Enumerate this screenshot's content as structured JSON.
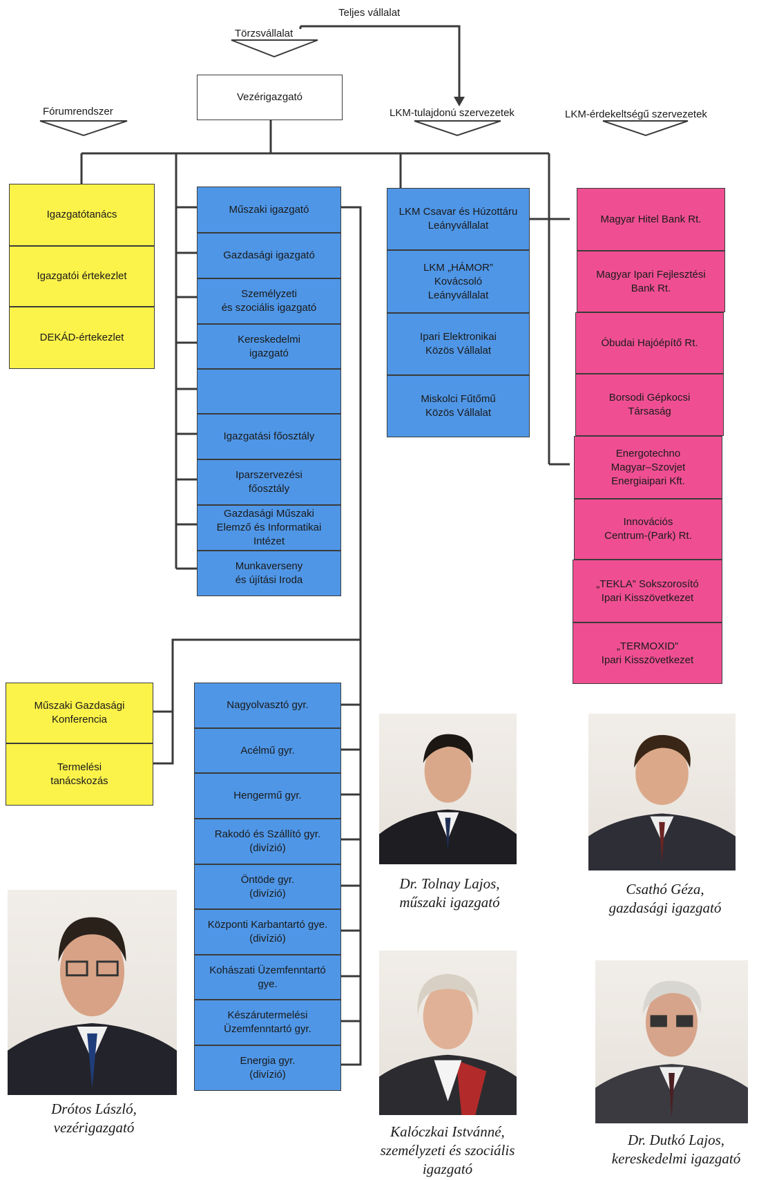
{
  "chart_labels": {
    "teljes": "Teljes vállalat",
    "torzs": "Törzsvállalat",
    "forum": "Fórumrendszer",
    "tulajdonu": "LKM-tulajdonú szervezetek",
    "erdekeltsegu": "LKM-érdekeltségű szervezetek",
    "vezerigazgato": "Vezérigazgató"
  },
  "forum_boxes": [
    "Igazgatótanács",
    "Igazgatói értekezlet",
    "DEKÁD-értekezlet"
  ],
  "forum_boxes_lower": [
    "Műszaki Gazdasági\nKonferencia",
    "Termelési\ntanácskozás"
  ],
  "staff_boxes": [
    "Műszaki igazgató",
    "Gazdasági igazgató",
    "Személyzeti\nés szociális igazgató",
    "Kereskedelmi\nigazgató",
    "",
    "Igazgatási főosztály",
    "Iparszervezési\nfőosztály",
    "Gazdasági Műszaki\nElemző és Informatikai\nIntézet",
    "Munkaverseny\nés újítási Iroda"
  ],
  "owned_boxes": [
    "LKM Csavar és Húzottáru\nLeányvállalat",
    "LKM „HÁMOR”\nKovácsoló\nLeányvállalat",
    "Ipari Elektronikai\nKözös Vállalat",
    "Miskolci Fűtőmű\nKözös Vállalat"
  ],
  "interest_boxes": [
    "Magyar Hitel Bank Rt.",
    "Magyar Ipari Fejlesztési\nBank Rt.",
    "Óbudai Hajóépítő Rt.",
    "Borsodi Gépkocsi\nTársaság",
    "Energotechno\nMagyar–Szovjet\nEnergiaipari Kft.",
    "Innovációs\nCentrum-(Park) Rt.",
    "„TEKLA” Sokszorosító\nIpari Kisszövetkezet",
    "„TERMOXID”\nIpari Kisszövetkezet"
  ],
  "plant_boxes": [
    "Nagyolvasztó gyr.",
    "Acélmű gyr.",
    "Hengermű gyr.",
    "Rakodó és Szállító gyr.\n(divízió)",
    "Öntöde gyr.\n(divízió)",
    "Központi Karbantartó gye.\n(divízió)",
    "Kohászati Üzemfenntartó\ngye.",
    "Készárutermelési\nÜzemfenntartó gyr.",
    "Energia gyr.\n(divízió)"
  ],
  "captions": {
    "tolnay": "Dr. Tolnay Lajos,\nműszaki igazgató",
    "csatho": "Csathó Géza,\ngazdasági igazgató",
    "drotos": "Drótos László,\nvezérigazgató",
    "kaloczkai": "Kalóczkai Istvánné,\nszemélyzeti és szociális\nigazgató",
    "dutko": "Dr. Dutkó Lajos,\nkereskedelmi igazgató"
  },
  "colors": {
    "forum": "#fbf24a",
    "staff": "#4f96e6",
    "interest": "#ef4f92",
    "line": "#3a3a3a"
  }
}
